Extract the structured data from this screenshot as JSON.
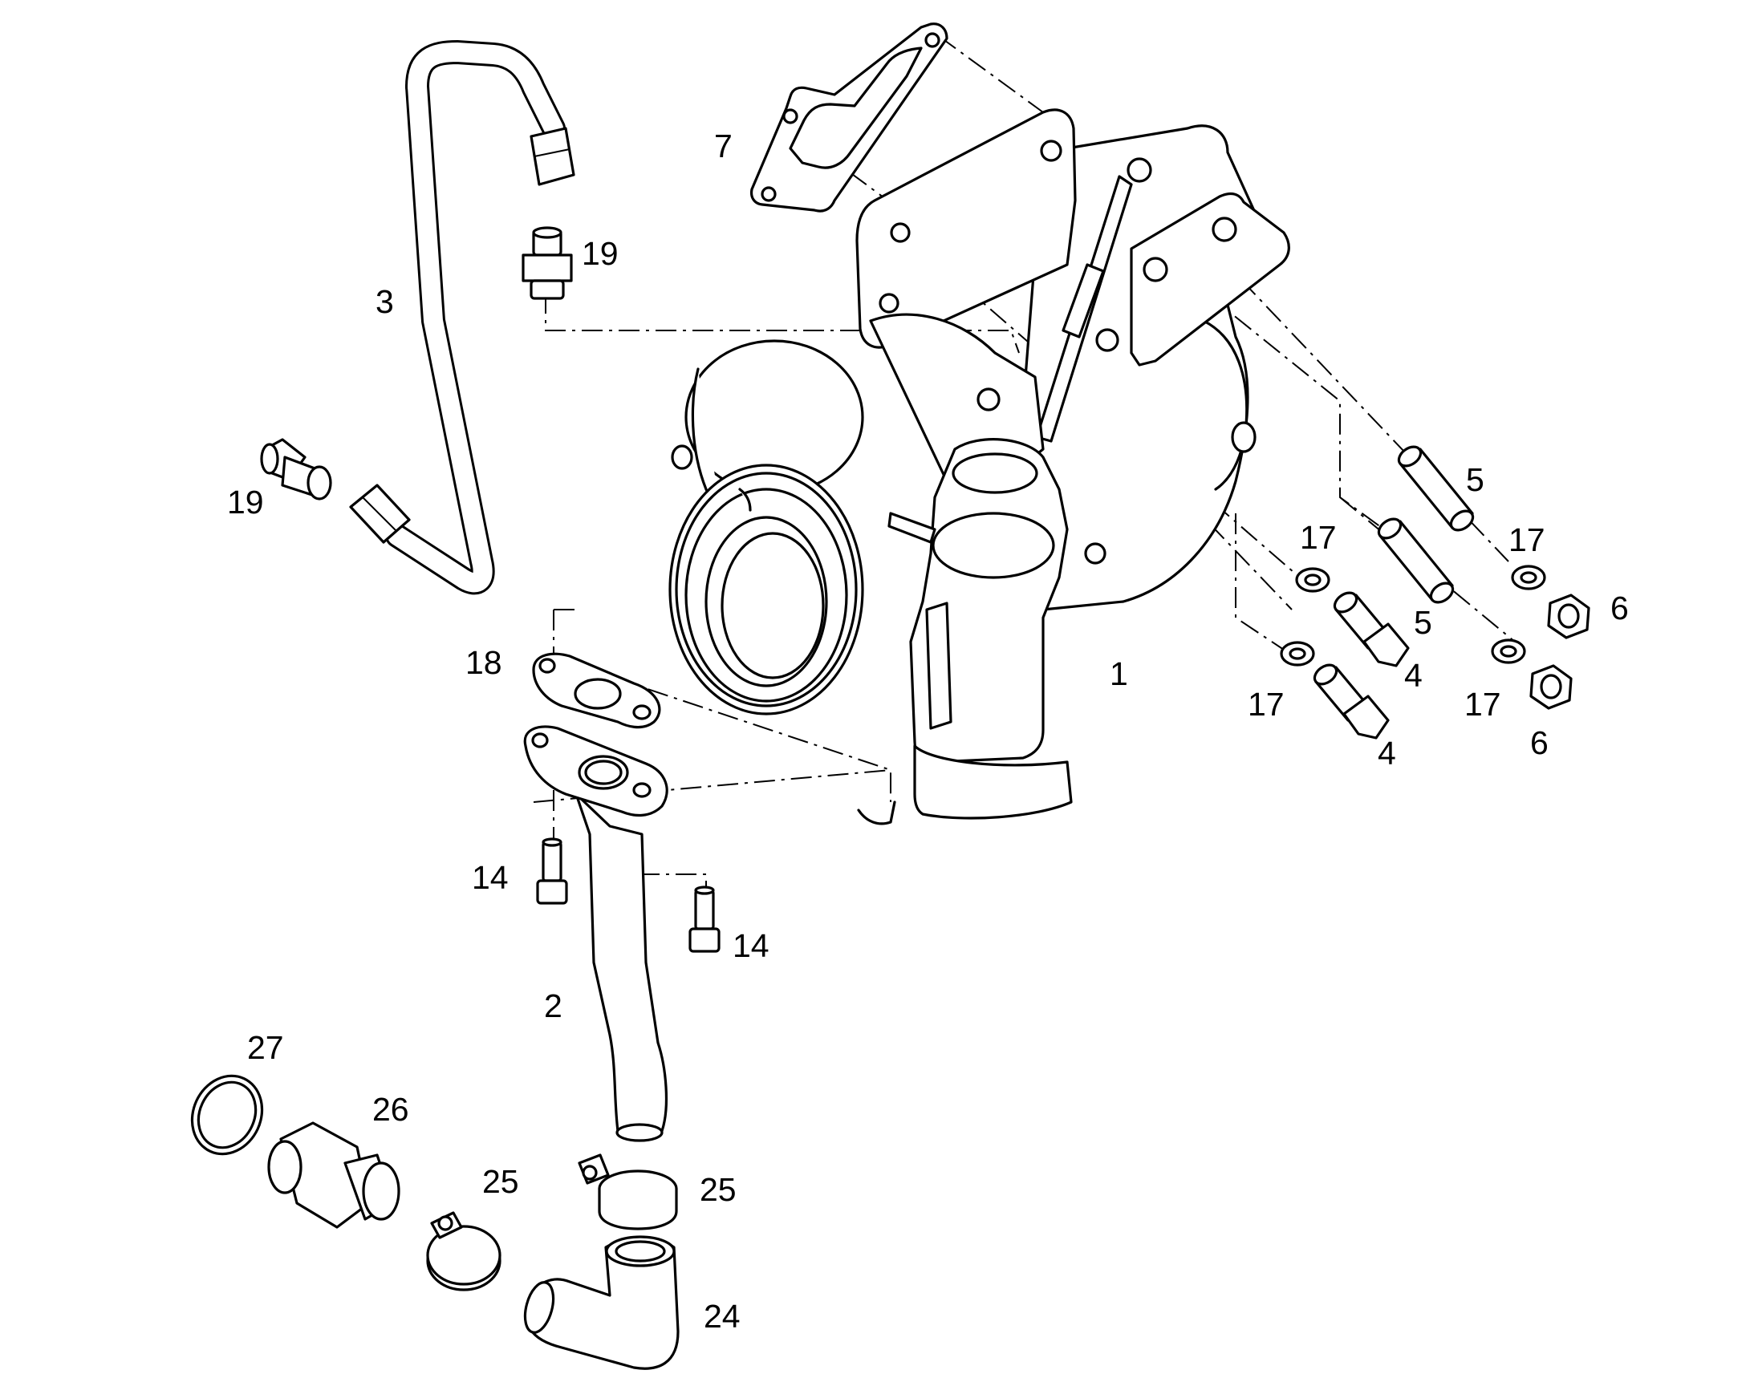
{
  "diagram": {
    "type": "exploded parts diagram",
    "callouts": [
      {
        "id": "c1",
        "text": "1"
      },
      {
        "id": "c2",
        "text": "2"
      },
      {
        "id": "c3",
        "text": "3"
      },
      {
        "id": "c4a",
        "text": "4"
      },
      {
        "id": "c4b",
        "text": "4"
      },
      {
        "id": "c5a",
        "text": "5"
      },
      {
        "id": "c5b",
        "text": "5"
      },
      {
        "id": "c6a",
        "text": "6"
      },
      {
        "id": "c6b",
        "text": "6"
      },
      {
        "id": "c7",
        "text": "7"
      },
      {
        "id": "c14a",
        "text": "14"
      },
      {
        "id": "c14b",
        "text": "14"
      },
      {
        "id": "c17a",
        "text": "17"
      },
      {
        "id": "c17b",
        "text": "17"
      },
      {
        "id": "c17c",
        "text": "17"
      },
      {
        "id": "c17d",
        "text": "17"
      },
      {
        "id": "c18",
        "text": "18"
      },
      {
        "id": "c19a",
        "text": "19"
      },
      {
        "id": "c19b",
        "text": "19"
      },
      {
        "id": "c24",
        "text": "24"
      },
      {
        "id": "c25a",
        "text": "25"
      },
      {
        "id": "c25b",
        "text": "25"
      },
      {
        "id": "c26",
        "text": "26"
      },
      {
        "id": "c27",
        "text": "27"
      }
    ]
  }
}
